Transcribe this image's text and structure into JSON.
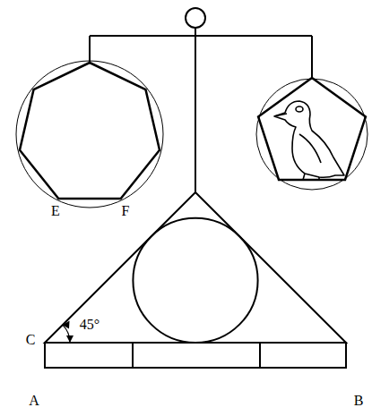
{
  "diagram": {
    "labels": [
      "E",
      "F",
      "45°",
      "C",
      "A",
      "B"
    ]
  }
}
